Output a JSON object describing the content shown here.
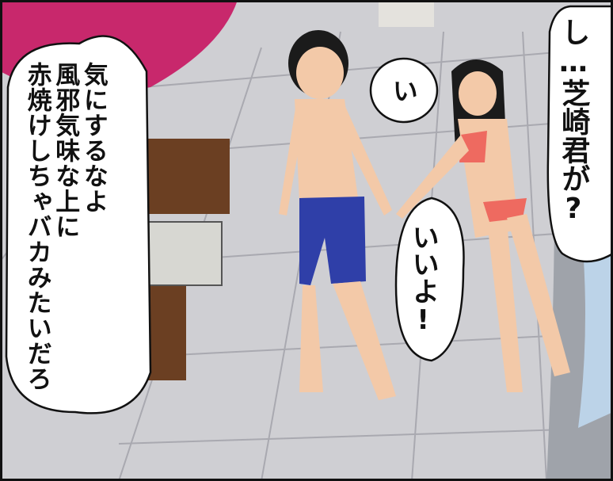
{
  "colors": {
    "floor": "#cfcfd3",
    "floor_lines": "#a9a9b0",
    "umbrella": "#c8286c",
    "crate": "#6b3f22",
    "shorts": "#2f3fa8",
    "bikini": "#ee6a60",
    "skin": "#f3c9a8",
    "hair": "#1b1b1b",
    "water": "#bcd3e8"
  },
  "bubbles": {
    "left": "気にするなよ\n風邪気味な上に\n赤焼けしちゃバカみたいだろ",
    "small": "い",
    "middle": "いいよ!",
    "right": "し…芝崎君が?"
  }
}
